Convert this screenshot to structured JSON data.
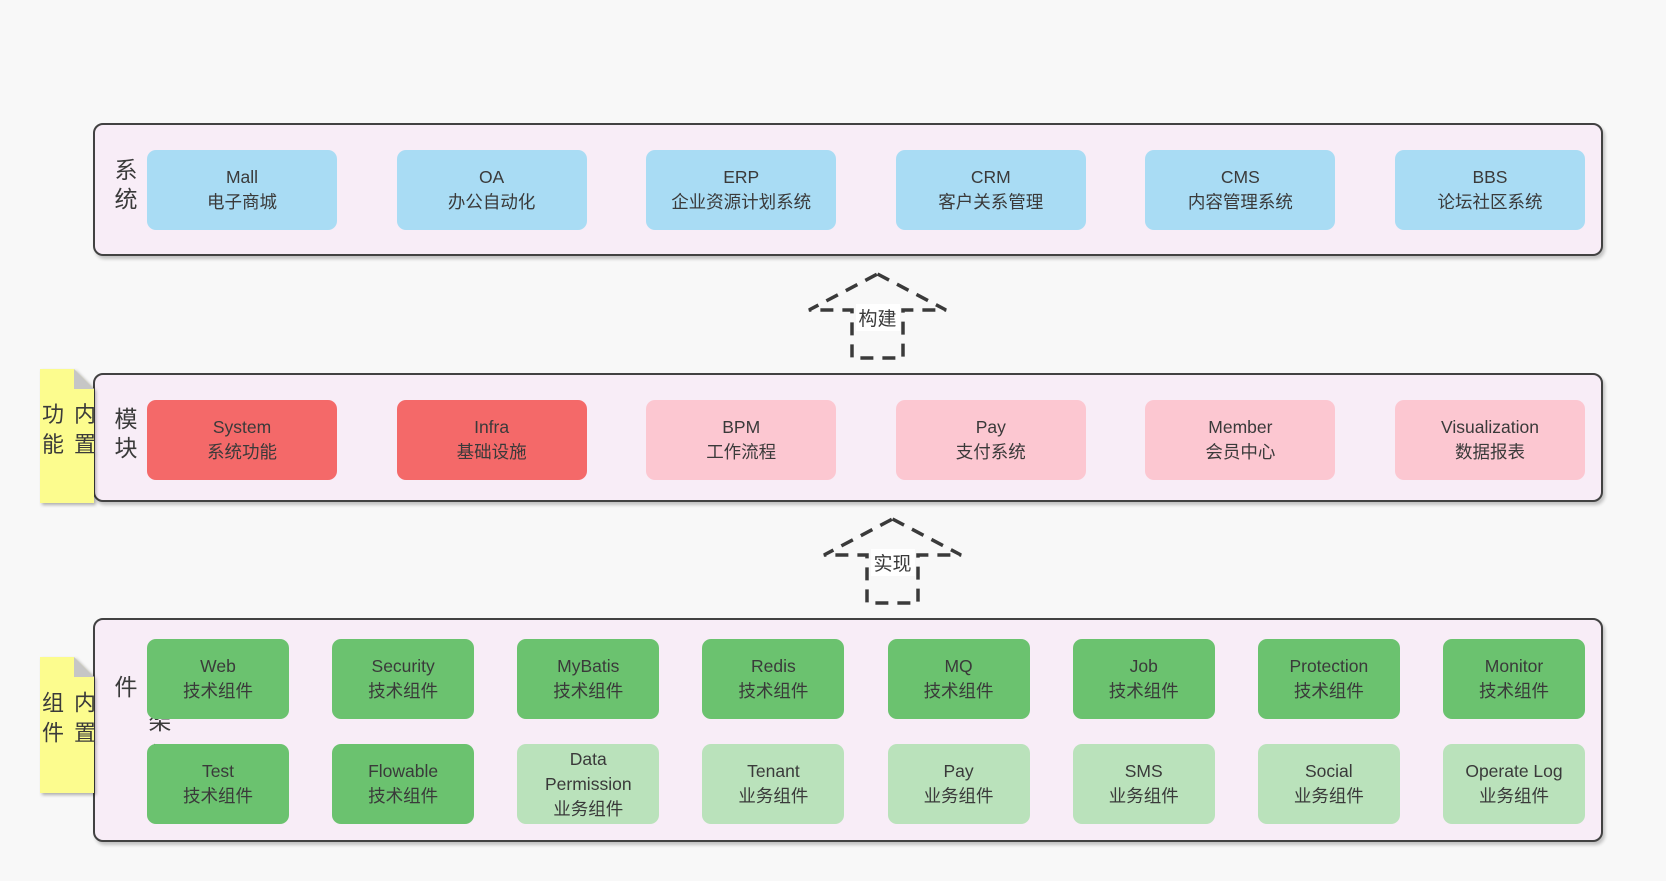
{
  "colors": {
    "page_bg": "#f8f8f8",
    "layer_bg": "#f8edf7",
    "layer_border": "#424242",
    "blue": "#a9dcf4",
    "red": "#f46969",
    "pink": "#fcc7d1",
    "green": "#6bc26f",
    "lightgreen": "#bae2bb",
    "yellow": "#fcfc8e",
    "fold_gray": "#c6c6c6",
    "text": "#3a3a3a",
    "arrow_stroke": "#3a3a3a"
  },
  "layers": [
    {
      "label": "业务系统",
      "tab": null,
      "rows": [
        [
          {
            "title": "Mall",
            "subtitle": "电子商城",
            "color": "blue"
          },
          {
            "title": "OA",
            "subtitle": "办公自动化",
            "color": "blue"
          },
          {
            "title": "ERP",
            "subtitle": "企业资源计划系统",
            "color": "blue"
          },
          {
            "title": "CRM",
            "subtitle": "客户关系管理",
            "color": "blue"
          },
          {
            "title": "CMS",
            "subtitle": "内容管理系统",
            "color": "blue"
          },
          {
            "title": "BBS",
            "subtitle": "论坛社区系统",
            "color": "blue"
          }
        ]
      ]
    },
    {
      "label": "通用模块",
      "tab": "内置功能",
      "rows": [
        [
          {
            "title": "System",
            "subtitle": "系统功能",
            "color": "red"
          },
          {
            "title": "Infra",
            "subtitle": "基础设施",
            "color": "red"
          },
          {
            "title": "BPM",
            "subtitle": "工作流程",
            "color": "pink"
          },
          {
            "title": "Pay",
            "subtitle": "支付系统",
            "color": "pink"
          },
          {
            "title": "Member",
            "subtitle": "会员中心",
            "color": "pink"
          },
          {
            "title": "Visualization",
            "subtitle": "数据报表",
            "color": "pink"
          }
        ]
      ]
    },
    {
      "label": "框架组件",
      "tab": "内置组件",
      "rows": [
        [
          {
            "title": "Web",
            "subtitle": "技术组件",
            "color": "green"
          },
          {
            "title": "Security",
            "subtitle": "技术组件",
            "color": "green"
          },
          {
            "title": "MyBatis",
            "subtitle": "技术组件",
            "color": "green"
          },
          {
            "title": "Redis",
            "subtitle": "技术组件",
            "color": "green"
          },
          {
            "title": "MQ",
            "subtitle": "技术组件",
            "color": "green"
          },
          {
            "title": "Job",
            "subtitle": "技术组件",
            "color": "green"
          },
          {
            "title": "Protection",
            "subtitle": "技术组件",
            "color": "green"
          },
          {
            "title": "Monitor",
            "subtitle": "技术组件",
            "color": "green"
          }
        ],
        [
          {
            "title": "Test",
            "subtitle": "技术组件",
            "color": "green"
          },
          {
            "title": "Flowable",
            "subtitle": "技术组件",
            "color": "green"
          },
          {
            "title": "Data\nPermission",
            "subtitle": "业务组件",
            "color": "lightgreen"
          },
          {
            "title": "Tenant",
            "subtitle": "业务组件",
            "color": "lightgreen"
          },
          {
            "title": "Pay",
            "subtitle": "业务组件",
            "color": "lightgreen"
          },
          {
            "title": "SMS",
            "subtitle": "业务组件",
            "color": "lightgreen"
          },
          {
            "title": "Social",
            "subtitle": "业务组件",
            "color": "lightgreen"
          },
          {
            "title": "Operate Log",
            "subtitle": "业务组件",
            "color": "lightgreen"
          }
        ]
      ]
    }
  ],
  "arrows": [
    {
      "label": "构建"
    },
    {
      "label": "实现"
    }
  ]
}
